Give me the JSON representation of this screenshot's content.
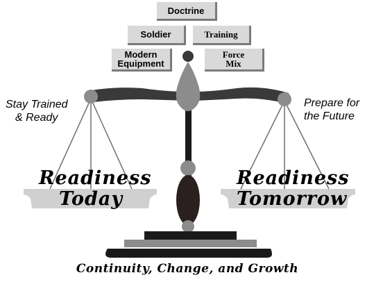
{
  "blocks": {
    "doctrine": "Doctrine",
    "soldier": "Soldier",
    "training": "Training",
    "modern_line1": "Modern",
    "modern_line2": "Equipment",
    "force_line1": "Force",
    "force_line2": "Mix"
  },
  "left_side": {
    "line1": "Stay Trained",
    "line2": "& Ready"
  },
  "right_side": {
    "line1": "Prepare for",
    "line2": "the Future"
  },
  "left_pan": {
    "line1": "Readiness",
    "line2": "Today"
  },
  "right_pan": {
    "line1": "Readiness",
    "line2": "Tomorrow"
  },
  "caption": "Continuity, Change, and Growth",
  "colors": {
    "block_fill": "#d9d9d9",
    "beam": "#3a3a3a",
    "pan": "#d0d0d0",
    "dark": "#1a1a1a"
  }
}
